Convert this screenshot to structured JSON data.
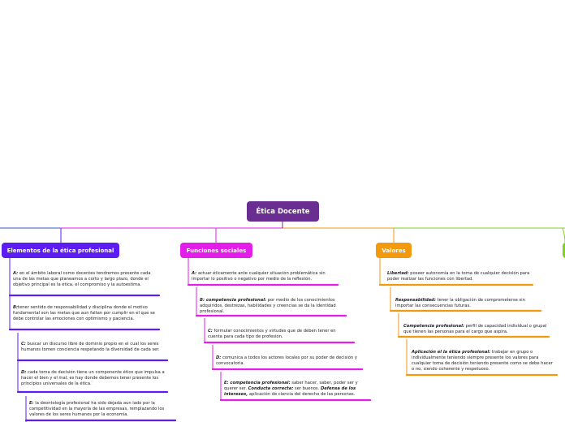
{
  "root": {
    "label": "Ética Docente",
    "color": "#6a2d91"
  },
  "colors": {
    "elementos": "#5b1df2",
    "funciones": "#e21ee8",
    "valores": "#f2990e",
    "offscreen": "#7ed321",
    "line_blue": "#3a55c8"
  },
  "branches": {
    "elementos": {
      "label": "Elementos de la ética profesional",
      "items": [
        {
          "key": "A:",
          "text": " en el ámbito laboral como docentes tendremos presente cada una de las metas que planeamos a corto y largo plazo, donde el objetivo principal es la ética, el compromiso y  la autoestima."
        },
        {
          "key": "B:",
          "text": "tener sentido de responsabilidad y disciplina donde el motivo fundamental son las metas que aun faltan por cumplir en el que se debe controlar las emociones con optimismo y paciencia."
        },
        {
          "key": "C:",
          "text": " buscar un discurso libre de dominio propio en el cual los seres humanos tomen conciencia respetando la diversidad de cada ser."
        },
        {
          "key": "D:",
          "text": " cada toma de decisión tiene un componente ético que impulsa a hacer el bien y el mal; es hay donde debemos tener presente los principios universales de la ética."
        },
        {
          "key": "E:",
          "text": " la deontología profesional ha sido dejada aun lado por la competitividad en la mayoría de las empresas, remplazando los valores de los seres humanos por la economía."
        }
      ]
    },
    "funciones": {
      "label": "Funciones sociales",
      "items": [
        {
          "key": "A:",
          "text": " actuar éticamente ante cualquier situación problemática sin importar lo positivo o negativo por medio de la reflexión."
        },
        {
          "key": "B: competencia profesional:",
          "text": " por medio de los conocimientos adquiridos, destrezas, habilidades y creencias se da la identidad profesional."
        },
        {
          "key": "C:",
          "text": " formular conocimientos y virtudes que de deben tener en cuenta para cada tipo de profesión."
        },
        {
          "key": "D:",
          "text": " comunica a todos los actores locales por su poder de decisión y convocatoria."
        },
        {
          "key": "E: competencia profesional:",
          "text": " saber hacer, saber, poder ser y querer ser. ",
          "key2": "Conducta correcta:",
          "text2": " ser buenos. ",
          "key3": "Defensa de los intereses,",
          "text3": " aplicación de ciencia del derecho de las personas."
        }
      ]
    },
    "valores": {
      "label": "Valores",
      "items": [
        {
          "key": "Libertad:",
          "text": " poseer autonomía en la toma de cualquier decisión para poder realizar las funciones con libertad."
        },
        {
          "key": "Responsabilidad:",
          "text": "  tener la obligación de comprometerse sin importar las consecuencias futuras."
        },
        {
          "key": "Competencia profesional:",
          "text": " perfil de capacidad individual o grupal que tienen las personas para el cargo que aspira."
        },
        {
          "key": "Aplicación el la ética profesional:",
          "text": " trabajar en grupo o individualmente teniendo siempre presente los valores para cualquier toma de decisión teniendo presente como se debe hacer o no, siendo coherente y respetuoso."
        }
      ]
    }
  }
}
